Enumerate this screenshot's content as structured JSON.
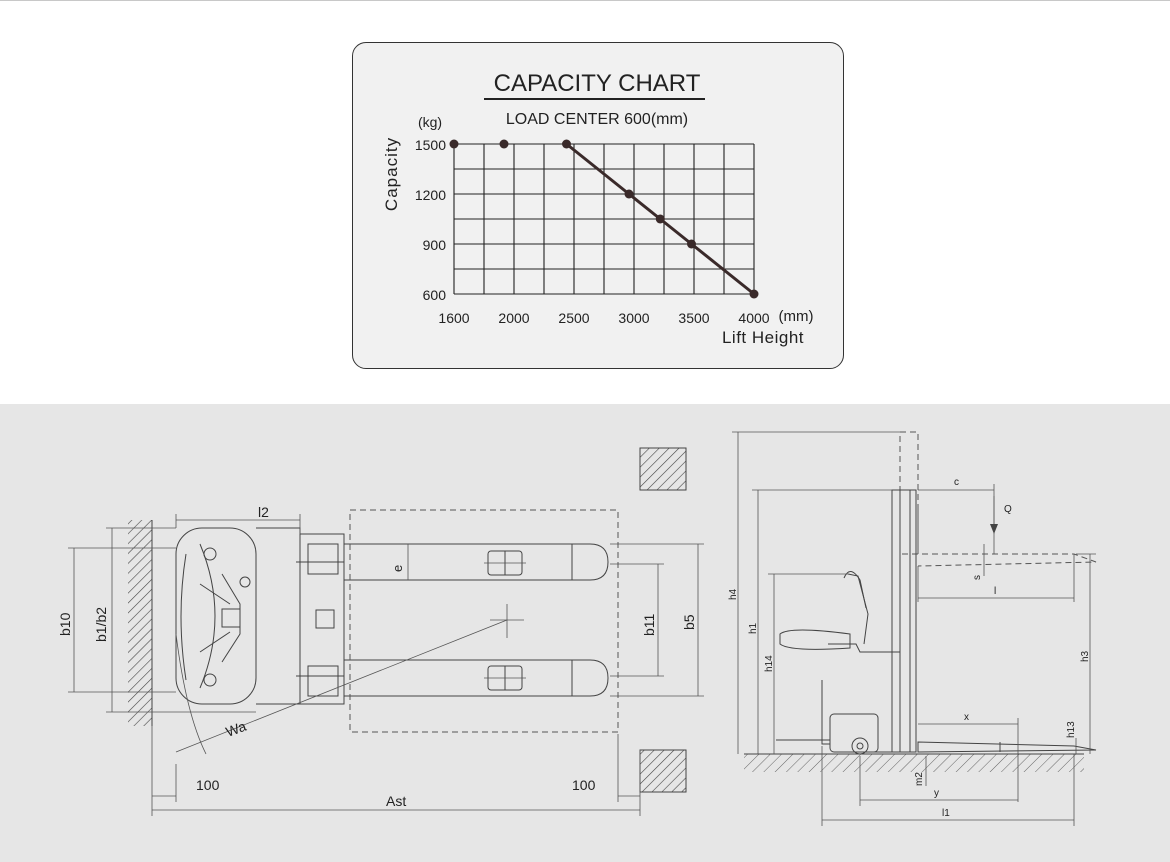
{
  "chart_data": {
    "type": "line",
    "title": "CAPACITY CHART",
    "subtitle": "LOAD CENTER 600(mm)",
    "ylabel": "Capacity",
    "yunit": "(kg)",
    "xlabel": "Lift Height",
    "xunit": "(mm)",
    "x_ticks": [
      1600,
      2000,
      2500,
      3000,
      3500,
      4000
    ],
    "y_ticks": [
      600,
      900,
      1200,
      1500
    ],
    "xlim": [
      1600,
      4000
    ],
    "ylim": [
      600,
      1500
    ],
    "grid": true,
    "series": [
      {
        "x": [
          1600,
          2000,
          2500,
          3000,
          3250,
          3500,
          4000
        ],
        "y": [
          1500,
          1500,
          1500,
          1200,
          1050,
          900,
          600
        ]
      }
    ]
  },
  "drawing": {
    "plan_labels": {
      "l2": "l2",
      "b10": "b10",
      "b1_b2": "b1/b2",
      "e": "e",
      "b11": "b11",
      "b5": "b5",
      "wa": "Wa",
      "dim_100_left": "100",
      "dim_100_right": "100",
      "ast": "Ast"
    },
    "side_labels": {
      "c": "c",
      "q": "Q",
      "s": "s",
      "l": "l",
      "h4": "h4",
      "h1": "h1",
      "h14": "h14",
      "h3": "h3",
      "h13": "h13",
      "x": "x",
      "m2": "m2",
      "y": "y",
      "l1": "l1"
    }
  }
}
